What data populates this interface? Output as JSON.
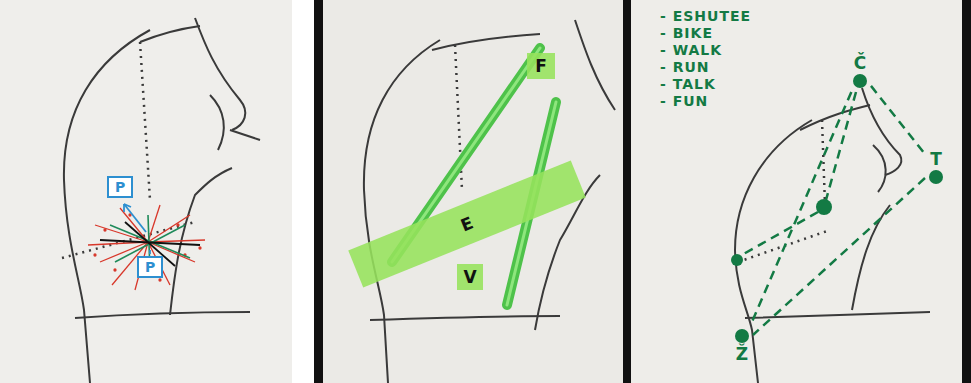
{
  "diagram": {
    "nodes": [
      {
        "text": [
          "P"
        ]
      },
      {
        "text": [
          "P"
        ]
      },
      {
        "text": [
          "F"
        ]
      },
      {
        "text": [
          "E"
        ]
      },
      {
        "text": [
          "V"
        ]
      },
      {
        "text": [
          "Č"
        ]
      },
      {
        "text": [
          "T"
        ]
      },
      {
        "text": [
          "Ž"
        ]
      }
    ],
    "edges": [
      {
        "from": 5,
        "to": 6,
        "arrow": "none"
      },
      {
        "from": 6,
        "to": 7,
        "arrow": "none"
      },
      {
        "from": 5,
        "to": 7,
        "arrow": "none"
      }
    ],
    "labels": [
      "- ESHUTEE",
      "- BIKE",
      "- WALK",
      "- RUN",
      "- TALK",
      "- FUN"
    ]
  }
}
